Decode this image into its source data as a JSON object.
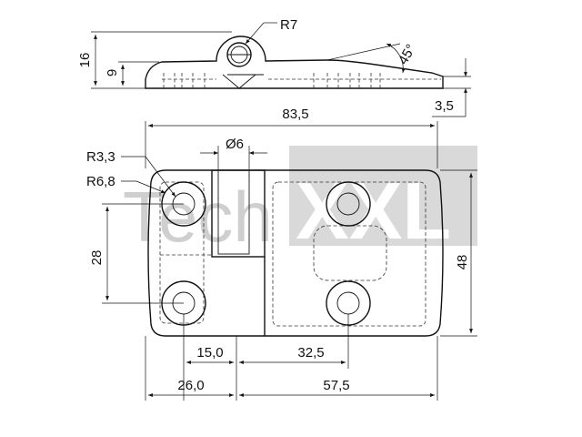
{
  "watermark": {
    "text_left": "Tech",
    "text_right": "XXL",
    "color": "#d9d9d9"
  },
  "side_view": {
    "radius_label": "R7",
    "height_total": "16",
    "height_leaf": "9",
    "angle_label": "45°",
    "thickness_label": "3,5"
  },
  "top_view": {
    "overall_width": "83,5",
    "overall_height": "48",
    "pin_diameter": "Ø6",
    "hole_radius": "R3,3",
    "boss_radius": "R6,8",
    "hole_spacing_vertical": "28",
    "hole_offset_left": "15,0",
    "hole_spacing_right": "32,5",
    "leaf_left_width": "26,0",
    "leaf_right_width": "57,5"
  }
}
